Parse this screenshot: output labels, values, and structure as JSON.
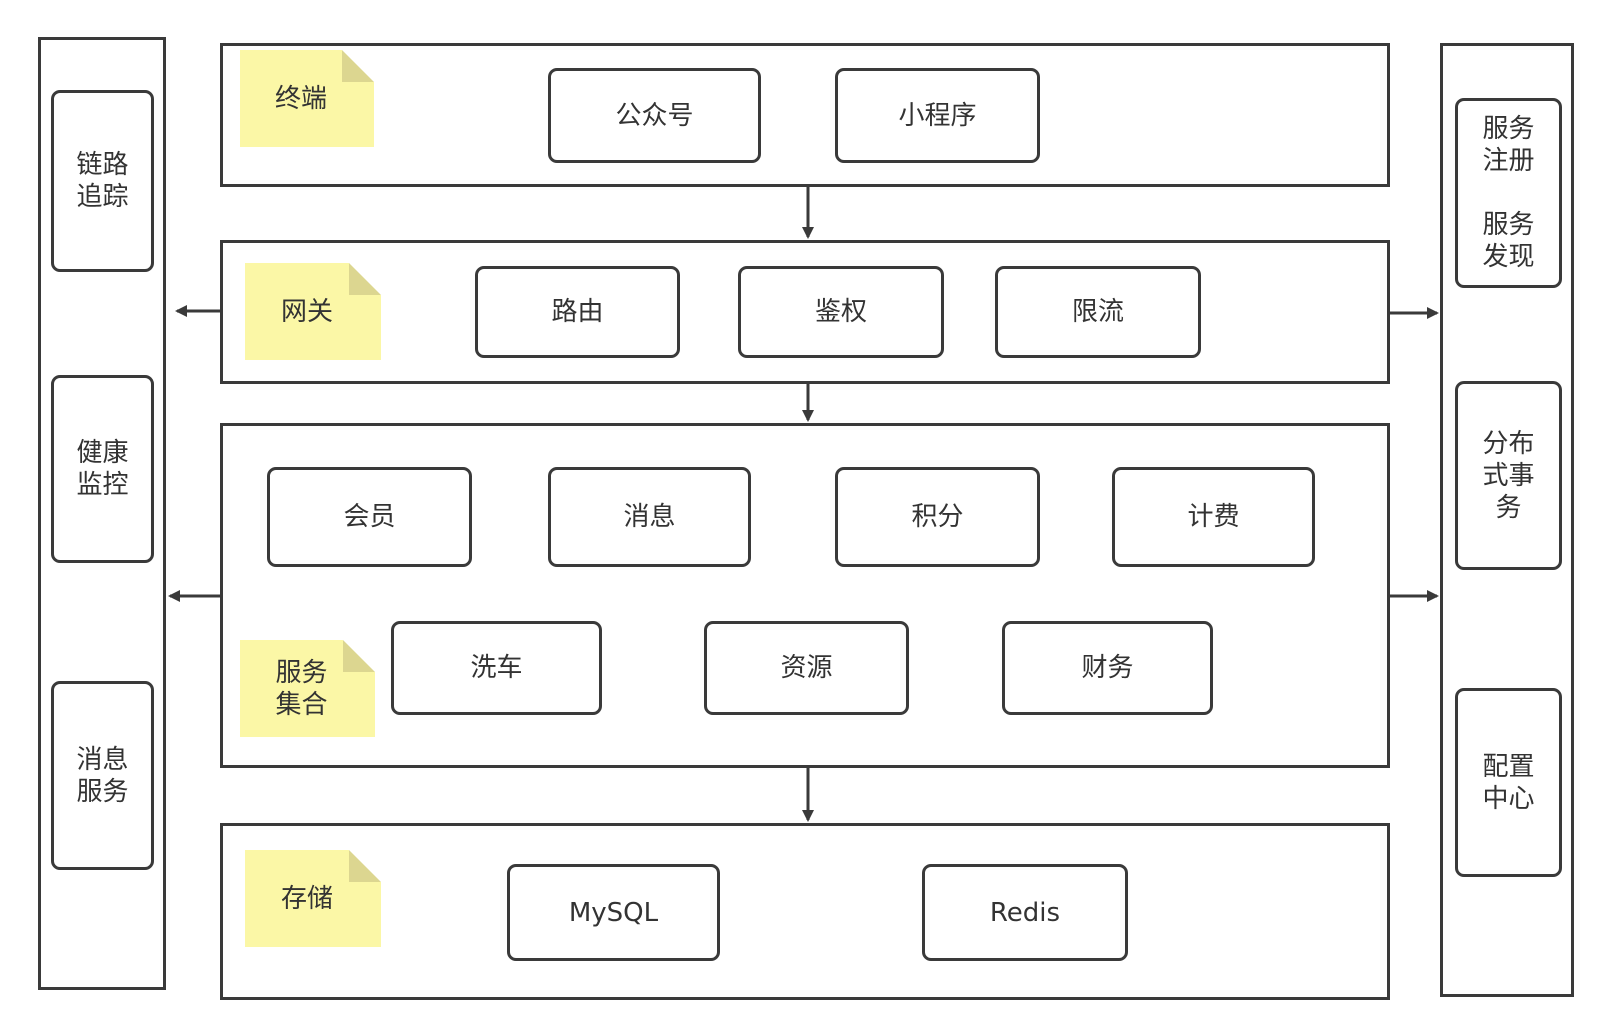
{
  "left_column": [
    "链路\n追踪",
    "健康\n监控",
    "消息\n服务"
  ],
  "right_column": [
    "服务\n注册\n\n服务\n发现",
    "分布\n式事\n务",
    "配置\n中心"
  ],
  "layers": {
    "terminal": {
      "label": "终端",
      "items": [
        "公众号",
        "小程序"
      ]
    },
    "gateway": {
      "label": "网关",
      "items": [
        "路由",
        "鉴权",
        "限流"
      ]
    },
    "services": {
      "label": "服务\n集合",
      "row1": [
        "会员",
        "消息",
        "积分",
        "计费"
      ],
      "row2": [
        "洗车",
        "资源",
        "财务"
      ]
    },
    "storage": {
      "label": "存储",
      "items": [
        "MySQL",
        "Redis"
      ]
    }
  },
  "colors": {
    "border": "#3a3a3a",
    "note": "#fbf7a6",
    "note_fold": "#dcd690"
  }
}
